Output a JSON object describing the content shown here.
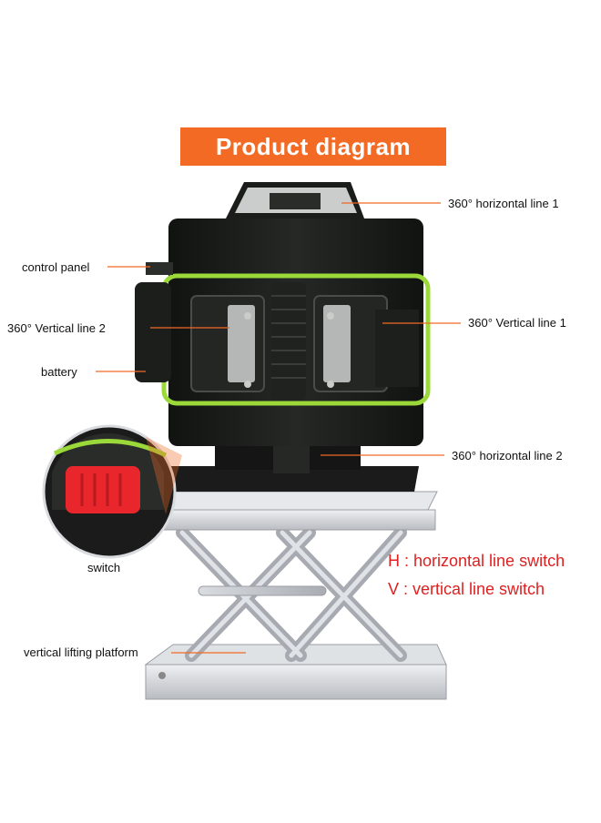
{
  "title": "Product diagram",
  "labels": {
    "horizontal_line_1": "360° horizontal line 1",
    "control_panel": "control panel",
    "vertical_line_2": "360° Vertical line 2",
    "vertical_line_1": "360° Vertical line 1",
    "battery": "battery",
    "horizontal_line_2": "360° horizontal line 2",
    "switch": "switch",
    "lifting_platform": "vertical lifting platform"
  },
  "legend": {
    "h": "H : horizontal line switch",
    "v": "V : vertical line switch"
  },
  "colors": {
    "banner": "#f26a24",
    "legend_text": "#e02020",
    "device_body": "#1b1d1b",
    "accent_green": "#9bd83a",
    "switch_red": "#e8262b",
    "platform_silver": "#c9ccd0"
  }
}
